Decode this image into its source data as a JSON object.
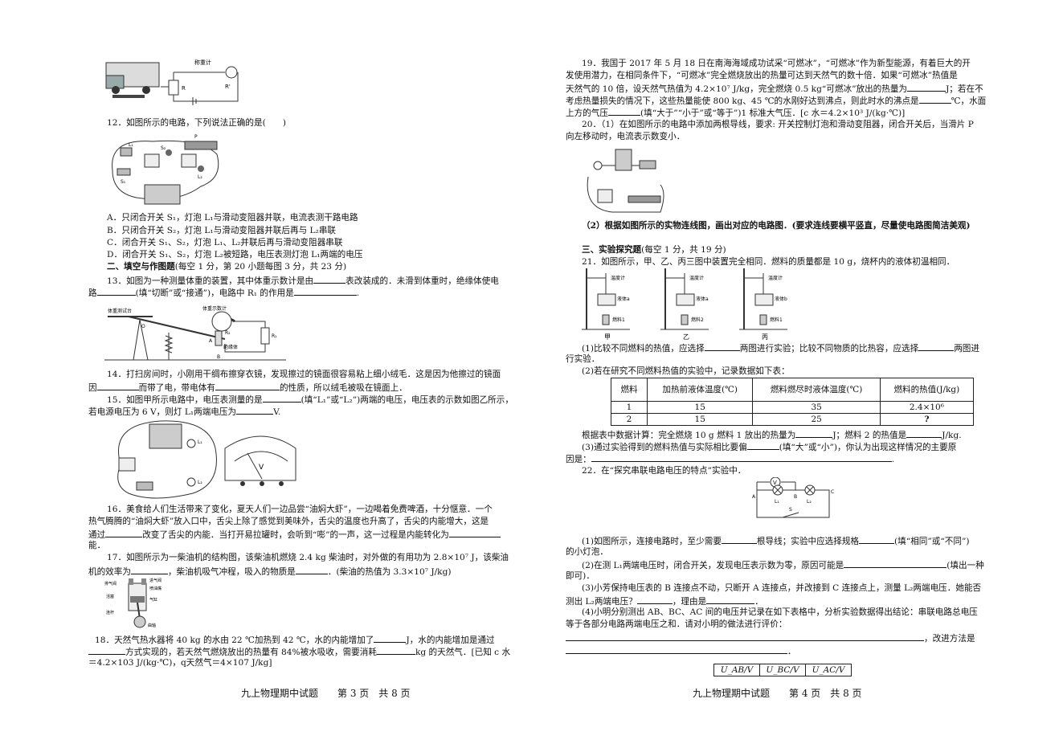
{
  "left_page": {
    "fig_top": {
      "label": "称重计",
      "r": "R",
      "r_prime": "R'"
    },
    "q12": "12．如图所示的电路，下列说法正确的是(　　)",
    "q12_opts": [
      "A．只闭合开关 S₁，灯泡 L₁与滑动变阻器并联，电流表测干路电路",
      "B．只闭合开关 S₂，灯泡 L₁与滑动变阻器并联后再与 L₂串联",
      "C．闭合开关 S₁、S₂，灯泡 L₁、L₂并联后再与滑动变阻器串联",
      "D．闭合开关 S₁、S₂，灯泡 L₂被短路，电压表测灯泡 L₁两端的电压"
    ],
    "sec2": "二、填空与作图题",
    "sec2_note": "(每空 1 分，第 20 小题每图 3 分，共 23 分)",
    "q13a": "13．如图为一种测量体重的装置，其中体重示数计是由",
    "q13b": "表改装成的．未滑到体重时，绝缘体使电",
    "q13c": "路",
    "q13d": "(填“切断”或“接通”)，电路中 R₁ 的作用是",
    "fig13": {
      "platform": "体重测试台",
      "meter": "体重示数计",
      "o": "O",
      "a": "A",
      "b": "B",
      "r1": "R₁",
      "r2": "R₂",
      "insulator": "绝缘体"
    },
    "q14a": "14．打扫房间时，小刚用干绸布擦穿衣镜，发现擦过的镜面很容易粘上细小绒毛．这是因为他擦过的镜面",
    "q14b": "因",
    "q14c": "而带了电，带电体有",
    "q14d": "的性质，所以绒毛被吸在镜面上．",
    "q15a": "15．如图甲所示电路中，电压表测量的是",
    "q15b": "(填“L₁”或“L₂”)两端的电压，电压表的示数如图乙所示，",
    "q15c": "若电源电压为 6 V，则灯 L₁两端电压为",
    "q15d": "V.",
    "fig15": {
      "l1": "L₁",
      "l2": "L₂",
      "v": "V"
    },
    "q16a": "16．美食给人们生活带来了变化，夏天人们一边品尝“油焖大虾”，一边喝着免费啤酒，十分惬意．一个",
    "q16b": "热气腾腾的“油焖大虾”放入口中，舌尖上除了感觉到美味外，舌尖的温度也升高了，舌尖的内能增大，这是",
    "q16c": "通过",
    "q16d": "改变了舌尖的内能．当打开易拉罐时，会听到“嘭”的一声，这一过程是内能转化为",
    "q16e": "能．",
    "q17a": "17．如图所示为一柴油机的结构图，该柴油机燃烧 2.4 kg 柴油时，对外做的有用功为 2.8×10⁷ J，该柴油",
    "q17b": "机的效率为",
    "q17c": "，柴油机吸气冲程，吸入的物质是",
    "q17d": "．(柴油的热值为 3.3×10⁷ J/kg)",
    "fig17": {
      "l1": "排气阀",
      "l2": "进气阀",
      "l3": "喷油嘴",
      "l4": "活塞",
      "l5": "气缸",
      "l6": "连杆",
      "l7": "曲轴"
    },
    "q18a": "18．天然气热水器将 40 kg 的水由 22 ℃加热到 42 ℃，水的内能增加了",
    "q18b": "J，水的内能增加是通过",
    "q18c": "方式实现的，若天然气燃烧放出的热量有 84%被水吸收，需要消耗",
    "q18d": "kg 的天然气．[已知 c 水",
    "q18e": "＝4.2×103 J/(kg·℃)，q天然气＝4×107 J/kg]",
    "footer": "九上物理期中试题　　第 3 页　共 8 页"
  },
  "right_page": {
    "q19a": "19．我国于 2017 年 5 月 18 日在南海海域成功试采“可燃冰”，“可燃冰”作为新型能源，有着巨大的开",
    "q19b": "发使用潜力，在相同条件下，“可燃冰”完全燃烧放出的热量可达到天然气的数十倍．如果“可燃冰”热值是",
    "q19c": "天然气的 10 倍，设天然气热值为 4.2×10⁷ J/kg，完全燃烧 0.5 kg“可燃冰”放出的热量为",
    "q19d": "J；若在不",
    "q19e": "考虑热量损失的情况下，这些热量能使 800 kg、45 ℃的水刚好达到沸点，则此时水的沸点是",
    "q19f": "℃，水面",
    "q19g": "上方的气压",
    "q19h": "(填“大于”“小于”或“等于”)1 标准大气压．[c 水＝4.2×10³ J/(kg·℃)]",
    "q20a": "20．（1）在如图所示的电路中添加两根导线，要求: 开关控制灯泡和滑动变阻器，闭合开关后，当滑片 P",
    "q20b": "向左移动时，电流表示数变小．",
    "q20c": "（2）根据如图所示的实物连线图，画出对应的电路图．(要求连线要横平竖直，尽量使电路图简洁美观)",
    "sec3": "三、实验探究题",
    "sec3_note": "(每空 1 分，共 19 分)",
    "q21": "21．如图所示，甲、乙、丙三图中装置完全相同．燃料的质量都是 10 g，烧杯内的液体初温相同．",
    "fig21": [
      {
        "therm": "温度计",
        "liquid": "液体a",
        "fuel": "燃料1",
        "cap": "甲"
      },
      {
        "therm": "温度计",
        "liquid": "液体a",
        "fuel": "燃料2",
        "cap": "乙"
      },
      {
        "therm": "温度计",
        "liquid": "液体b",
        "fuel": "燃料1",
        "cap": "丙"
      }
    ],
    "q21_1a": "(1)比较不同燃料的热值，应选择",
    "q21_1b": "两图进行实验；比较不同物质的比热容，应选择",
    "q21_1c": "两图进",
    "q21_1d": "行实验．",
    "q21_2": "(2)若在研究不同燃料热值的实验中，记录数据如下表：",
    "table": {
      "headers": [
        "燃料",
        "加热前液体温度(℃)",
        "燃料燃尽时液体温度(℃)",
        "燃料的热值(J/kg)"
      ],
      "rows": [
        [
          "1",
          "15",
          "35",
          "2.4×10⁶"
        ],
        [
          "2",
          "15",
          "25",
          "?"
        ]
      ]
    },
    "q21_3a": "根据表中数据计算：完全燃烧 10 g 燃料 1 放出的热量为",
    "q21_3b": "J；燃料 2 的热值是",
    "q21_3c": "J/kg.",
    "q21_4a": "(3)通过实验得到的燃料热值与实际相比要偏",
    "q21_4b": "(填“大”或“小”)，你认为出现这样情况的主要原",
    "q21_4c": "因是：",
    "q22": "22．在“探究串联电路电压的特点”实验中．",
    "fig22": {
      "v": "V",
      "a": "A",
      "b": "B",
      "c": "C",
      "l1": "L₁",
      "l2": "L₂",
      "s": "S"
    },
    "q22_1a": "(1)如图所示，连接电路时，至少需要",
    "q22_1b": "根导线；实验中应选择规格",
    "q22_1c": "(填“相同”或“不同”)",
    "q22_1d": "的小灯泡．",
    "q22_2a": "(2)在测 L₁两端电压时，闭合开关，发现电压表示数为零，原因可能是",
    "q22_2b": "(填出一种",
    "q22_2c": "即可)．",
    "q22_3a": "(3)小芳保持电压表的 B 连接点不动，只断开 A 连接点，并改接到 C 连接点上，测量 L₂两端电压．她能否",
    "q22_3b": "测出 L₂两端电压？",
    "q22_3c": "，理由是",
    "q22_3d": "．",
    "q22_4a": "(4)小明分别测出 AB、BC、AC 间的电压并记录在如下表格中，分析实验数据得出结论：串联电路总电压",
    "q22_4b": "等于各部分电路两端电压之和．请对小明的做法进行评价：",
    "q22_4c": "，改进方法是",
    "q22_4d": "．",
    "volt_table": [
      "U_AB/V",
      "U_BC/V",
      "U_AC/V"
    ],
    "footer": "九上物理期中试题　　第 4 页　共 8 页"
  }
}
